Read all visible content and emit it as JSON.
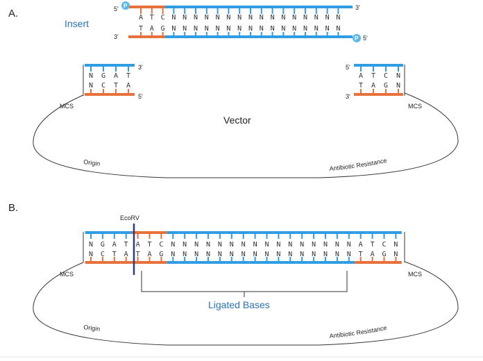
{
  "colors": {
    "blue": "#2f9de4",
    "orange": "#e8703a",
    "navy": "#2b3a8a",
    "phosphate": "#5cb8e6"
  },
  "panel_a": {
    "label": "A.",
    "insert_label": "Insert",
    "insert_top_5": "5'",
    "insert_top_3": "3'",
    "insert_bot_3": "3'",
    "insert_bot_5": "5'",
    "phosphate": "P",
    "insert_top_seq": "ATCNNNNNNNNNNNNNNNN",
    "insert_bot_seq": "TAGNNNNNNNNNNNNNNNN",
    "left_end_top": "NGAT",
    "left_end_bot": "NCTA",
    "left_end_3": "3'",
    "left_end_5": "5'",
    "right_end_top": "ATCN",
    "right_end_bot": "TAGN",
    "right_end_5": "5'",
    "right_end_3": "3'",
    "mcs_left": "MCS",
    "mcs_right": "MCS",
    "vector": "Vector",
    "origin": "Origin",
    "antibiotic": "Antibiotic Resistance"
  },
  "panel_b": {
    "label": "B.",
    "ecorv": "EcoRV",
    "top_seq": "NGATATCNNNNNNNNNNNNNNNNATCN",
    "bot_seq": "NCTATAGNNNNNNNNNNNNNNNNTAGN",
    "mcs_left": "MCS",
    "mcs_right": "MCS",
    "ligated": "Ligated Bases",
    "origin": "Origin",
    "antibiotic": "Antibiotic Resistance"
  }
}
